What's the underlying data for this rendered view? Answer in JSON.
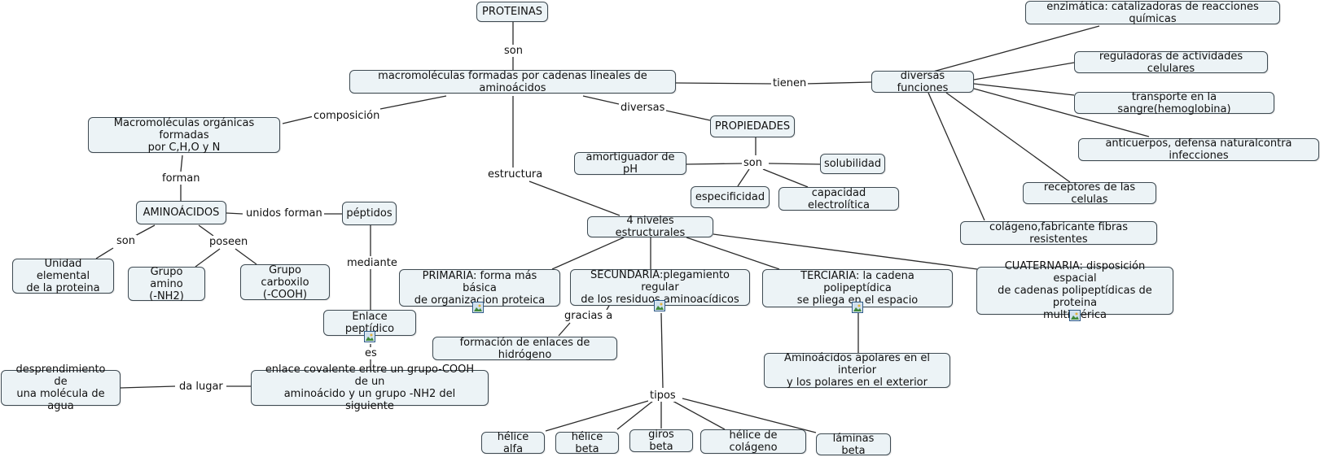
{
  "concepts": {
    "proteinas": "PROTEINAS",
    "macromoleculas": "macromoléculas formadas por cadenas lineales de aminoácidos",
    "diversas_funciones": "diversas funciones",
    "enzimatica": "enzimática: catalizadoras de reacciones químicas",
    "reguladoras": "reguladoras de actividades celulares",
    "transporte": "transporte en la sangre(hemoglobina)",
    "anticuerpos": "anticuerpos, defensa naturalcontra infecciones",
    "receptores": "receptores de las celulas",
    "colageno_fab": "colágeno,fabricante fibras resistentes",
    "macro_organicas": "Macromoléculas orgánicas formadas\npor C,H,O y N",
    "propiedades": "PROPIEDADES",
    "amortiguador": "amortiguador de pH",
    "solubilidad": "solubilidad",
    "especificidad": "especificidad",
    "capacidad": "capacidad electrolítica",
    "aminoacidos": "AMINOÁCIDOS",
    "peptidos": "péptidos",
    "unidad": "Unidad elemental\nde la proteina",
    "grupo_amino": "Grupo amino\n(-NH2)",
    "grupo_carboxilo": "Grupo carboxilo\n(-COOH)",
    "enlace_peptidico": "Enlace peptídico",
    "enlace_covalente": "enlace covalente entre un grupo-COOH de un\naminoácido y un grupo -NH2 del siguiente",
    "desprendimiento": "desprendimiento de\nuna molécula de agua",
    "niveles": "4 niveles estructurales",
    "primaria": "PRIMARIA: forma más básica\nde organizacion proteica",
    "secundaria": "SECUNDARIA:plegamiento regular\nde los residuos aminoacídicos",
    "terciaria": "TERCIARIA: la cadena polipeptídica\nse pliega en el espacio",
    "cuaternaria": "CUATERNARIA: disposición espacial\nde cadenas polipeptídicas de proteina\nmultimérica",
    "formacion": "formación de enlaces de hidrógeno",
    "apolares": "Aminoácidos apolares en el interior\ny los polares en el exterior",
    "helice_alfa": "hélice alfa",
    "helice_beta": "hélice beta",
    "giros_beta": "giros beta",
    "helice_colageno": "hélice de colágeno",
    "laminas_beta": "láminas beta"
  },
  "phrases": {
    "son_1": "son",
    "tienen": "tienen",
    "composicion": "composición",
    "diversas": "diversas",
    "son_prop": "son",
    "estructura": "estructura",
    "forman": "forman",
    "unidos_forman": "unidos forman",
    "son_amino": "son",
    "poseen": "poseen",
    "mediante": "mediante",
    "es": "es",
    "da_lugar": "da lugar",
    "gracias_a": "gracias a",
    "tipos": "tipos"
  },
  "attached_image_icons": [
    "primaria",
    "secundaria",
    "terciaria",
    "cuaternaria",
    "enlace_peptidico"
  ],
  "colors": {
    "concept_fill": "#ecf3f6",
    "concept_border": "#3e4a52",
    "link": "#2b2b2b",
    "image_icon_border": "#2d5a86"
  }
}
